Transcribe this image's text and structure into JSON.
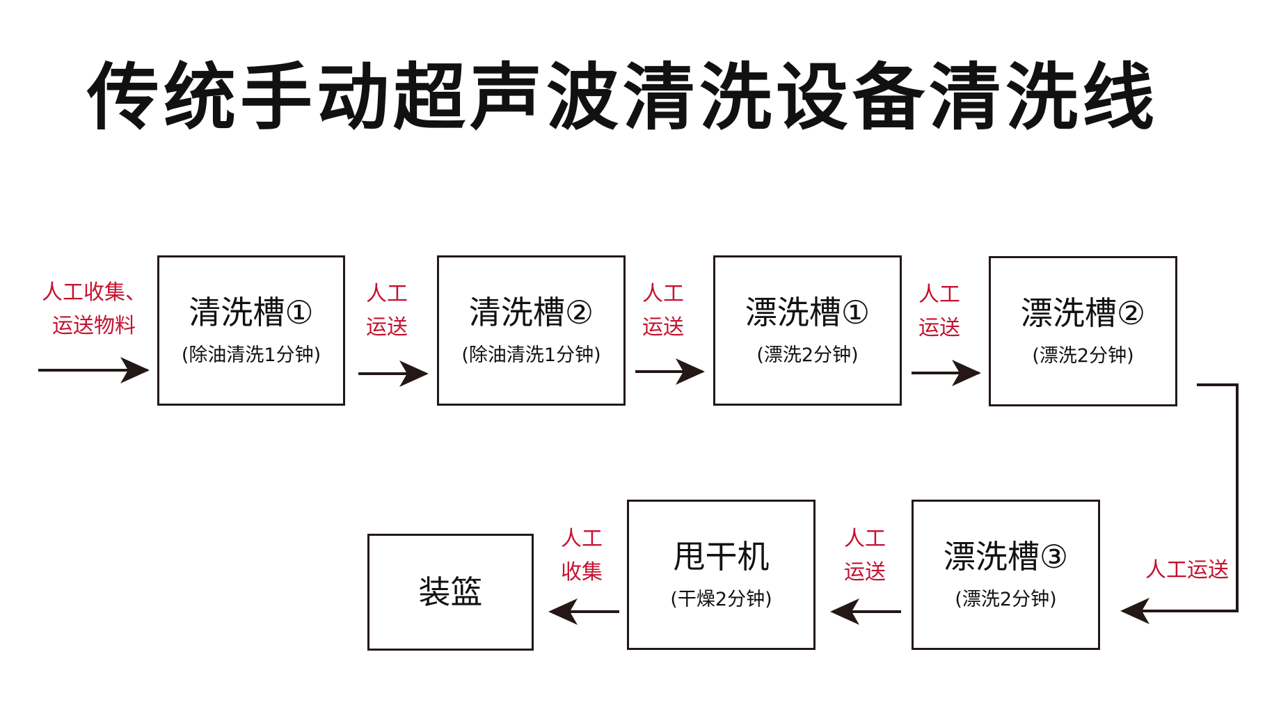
{
  "title": "传统手动超声波清洗设备清洗线",
  "colors": {
    "label": "#c4122f",
    "line": "#231815",
    "text": "#111111"
  },
  "steps": [
    {
      "main": "清洗槽①",
      "sub": "(除油清洗1分钟)"
    },
    {
      "main": "清洗槽②",
      "sub": "(除油清洗1分钟)"
    },
    {
      "main": "漂洗槽①",
      "sub": "(漂洗2分钟)"
    },
    {
      "main": "漂洗槽②",
      "sub": "(漂洗2分钟)"
    },
    {
      "main": "漂洗槽③",
      "sub": "(漂洗2分钟)"
    },
    {
      "main": "甩干机",
      "sub": "(干燥2分钟)"
    },
    {
      "main": "装篮"
    }
  ],
  "labels": {
    "start": [
      "人工收集、",
      "运送物料"
    ],
    "t1": [
      "人工",
      "运送"
    ],
    "t2": [
      "人工",
      "运送"
    ],
    "t3": [
      "人工",
      "运送"
    ],
    "t4": "人工运送",
    "t5": [
      "人工",
      "运送"
    ],
    "t6": [
      "人工",
      "收集"
    ]
  }
}
